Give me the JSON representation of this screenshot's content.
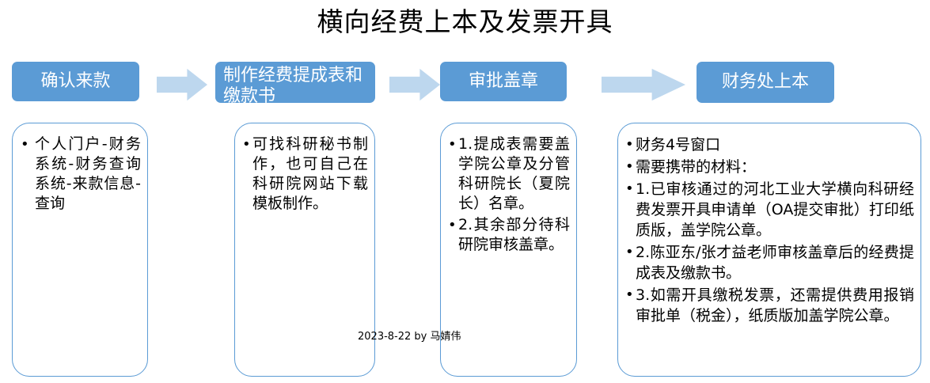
{
  "slide": {
    "title": "横向经费上本及发票开具",
    "footer_credit": "2023-8-22  by 马婧伟",
    "colors": {
      "header_fill": "#5B9BD5",
      "header_text": "#FFFFFF",
      "arrow_fill": "#BDD7EE",
      "box_border": "#5B9BD5",
      "box_fill": "#FFFFFF",
      "body_text": "#000000",
      "background": "#FFFFFF"
    }
  },
  "flow": {
    "arrow_icon": "right-arrow-icon",
    "arrows": [
      {
        "name": "arrow-1"
      },
      {
        "name": "arrow-2"
      },
      {
        "name": "arrow-3"
      }
    ],
    "stages": [
      {
        "header": "确认来款",
        "details": [
          "个人门户-财务系统-财务查询系统-来款信息-查询"
        ]
      },
      {
        "header": "制作经费提成表和缴款书",
        "details": [
          "可找科研秘书制作，也可自己在科研院网站下载模板制作。"
        ]
      },
      {
        "header": "审批盖章",
        "details": [
          "1.提成表需要盖学院公章及分管科研院长（夏院长）名章。",
          "2.其余部分待科研院审核盖章。"
        ]
      },
      {
        "header": "财务处上本",
        "details": [
          "财务4号窗口",
          "需要携带的材料：",
          "1.已审核通过的河北工业大学横向科研经费发票开具申请单（OA提交审批）打印纸质版，盖学院公章。",
          "2.陈亚东/张才益老师审核盖章后的经费提成表及缴款书。",
          "3.如需开具缴税发票，还需提供费用报销审批单（税金），纸质版加盖学院公章。"
        ]
      }
    ]
  }
}
